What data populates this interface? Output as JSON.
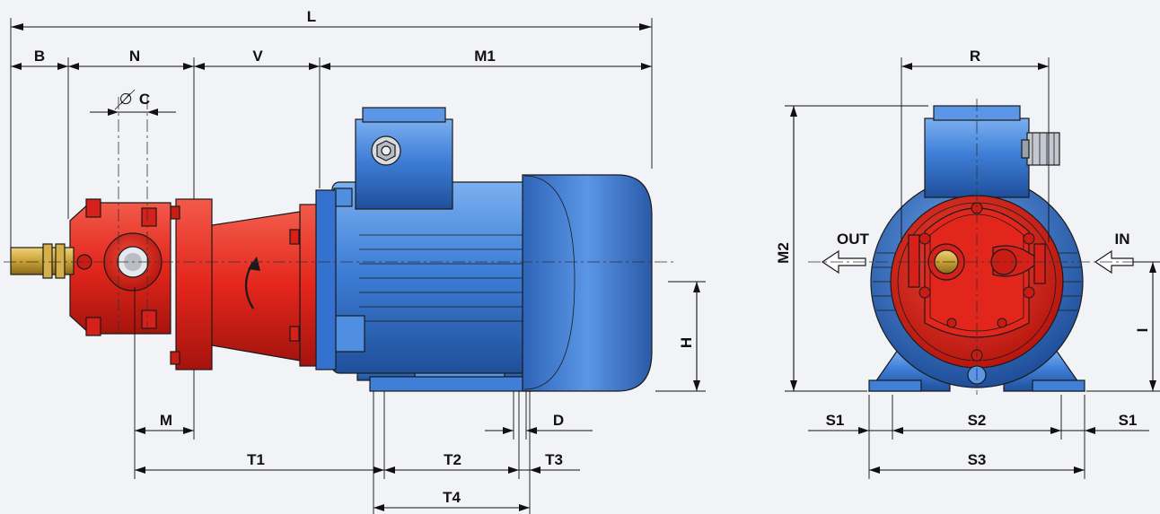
{
  "figure": {
    "side_view_labels": {
      "L": "L",
      "B": "B",
      "N": "N",
      "V": "V",
      "M1": "M1",
      "C": "C",
      "M": "M",
      "T1": "T1",
      "T2": "T2",
      "T3": "T3",
      "T4": "T4",
      "D": "D",
      "H": "H"
    },
    "front_view_labels": {
      "R": "R",
      "M2": "M2",
      "OUT": "OUT",
      "IN": "IN",
      "I": "I",
      "S1_left": "S1",
      "S2": "S2",
      "S1_right": "S1",
      "S3": "S3"
    },
    "diameter_symbol": "∅"
  },
  "colors": {
    "background": "#f2f3f7",
    "pump_red": "#e3261c",
    "pump_red_dark": "#a5140d",
    "motor_blue": "#3f7fd8",
    "motor_blue_dark": "#1f4f9a",
    "motor_blue_light": "#6aa2ec",
    "shaft_brass": "#c8a035",
    "dimension_line": "#111111"
  }
}
